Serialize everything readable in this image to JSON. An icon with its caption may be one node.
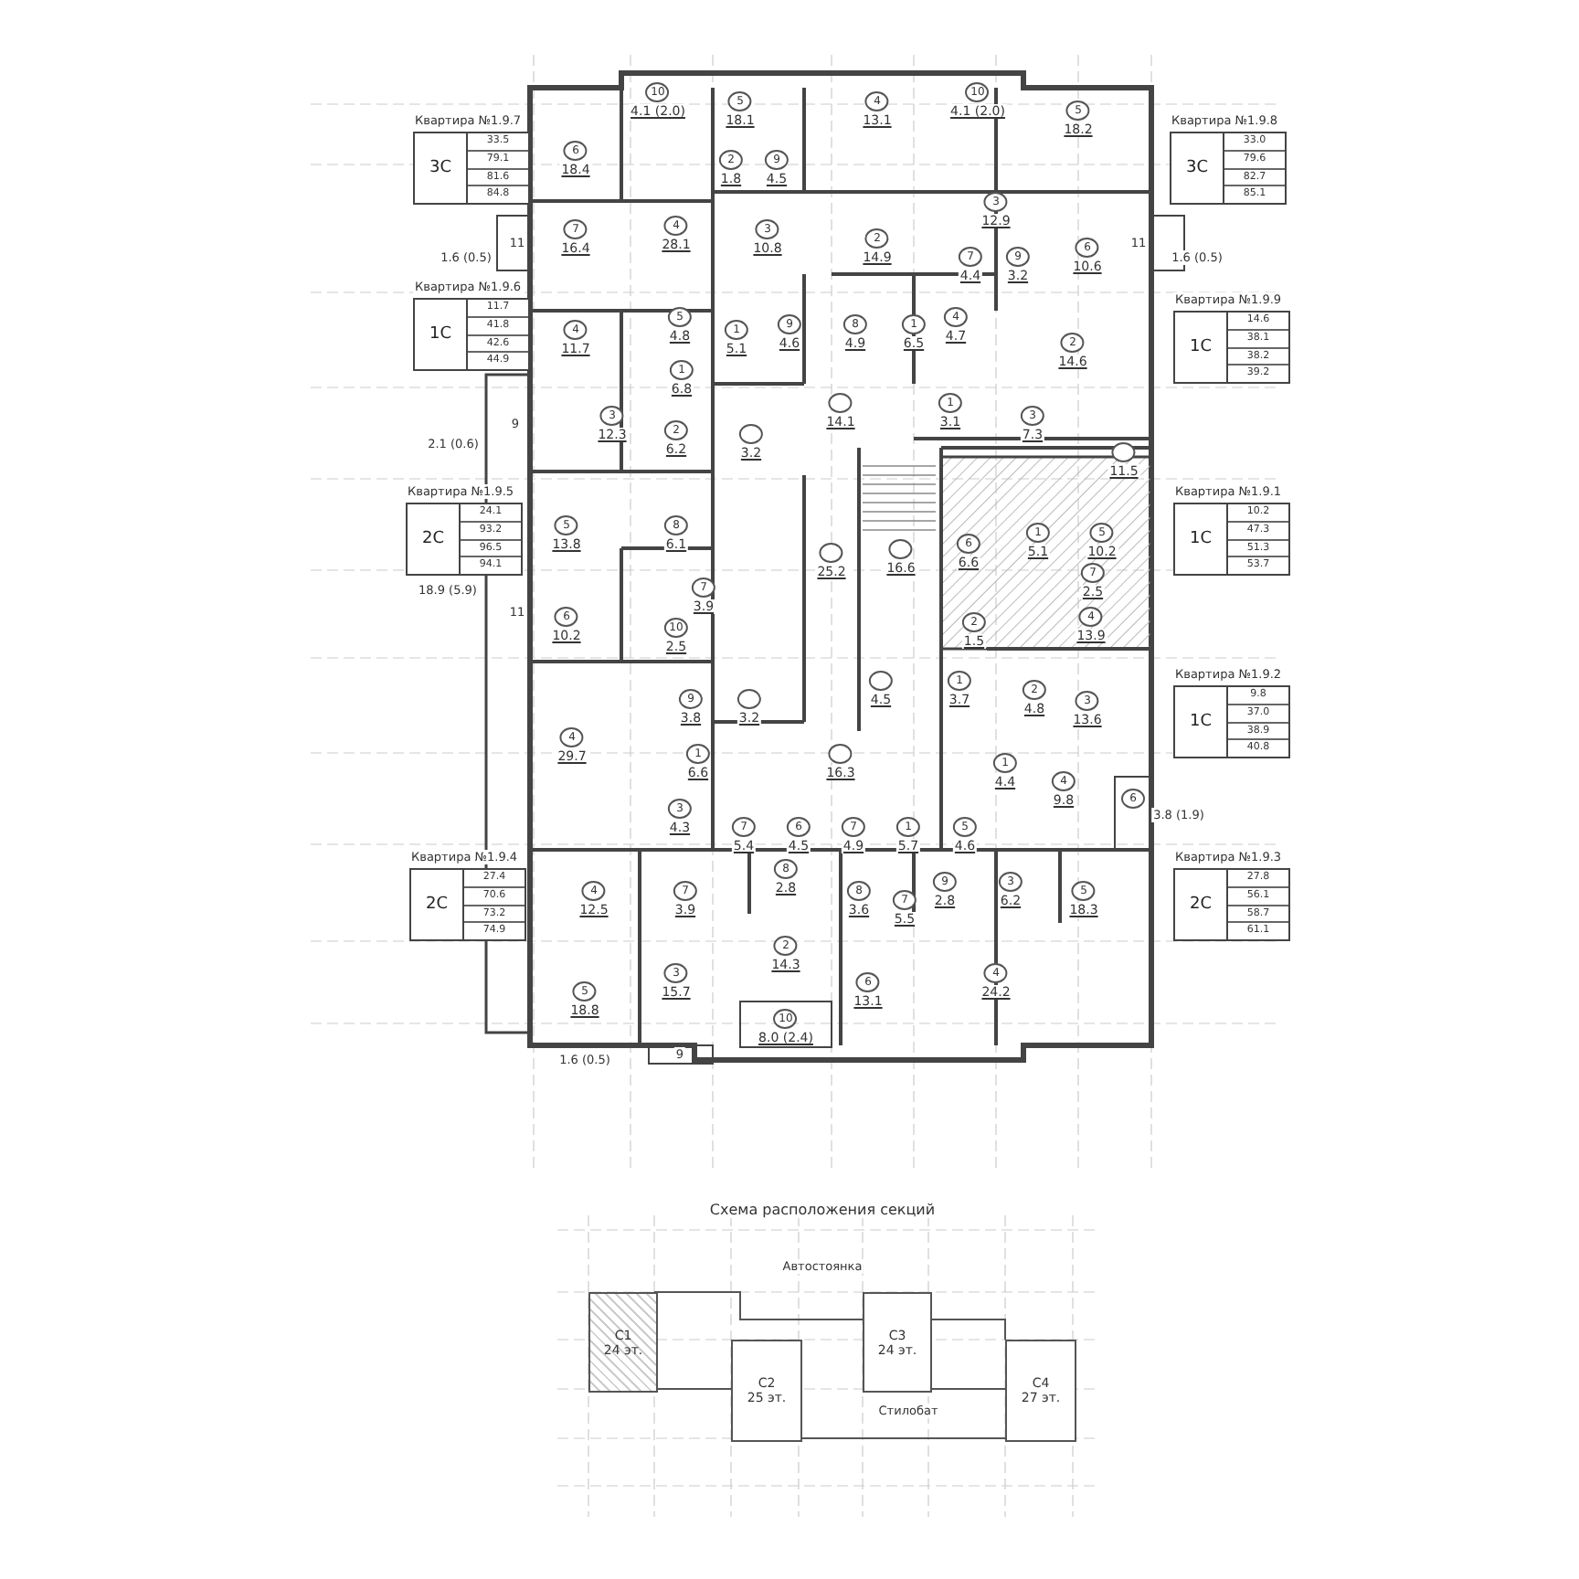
{
  "diagram": {
    "nodes": [
      {
        "text": [
          "Квартира №1.9.7",
          "3С",
          "33.5",
          "79.1",
          "81.6",
          "84.8"
        ]
      },
      {
        "text": [
          "Квартира №1.9.8",
          "3С",
          "33.0",
          "79.6",
          "82.7",
          "85.1"
        ]
      },
      {
        "text": [
          "Квартира №1.9.6",
          "1С",
          "11.7",
          "41.8",
          "42.6",
          "44.9"
        ]
      },
      {
        "text": [
          "Квартира №1.9.9",
          "1С",
          "14.6",
          "38.1",
          "38.2",
          "39.2"
        ]
      },
      {
        "text": [
          "Квартира №1.9.5",
          "2С",
          "24.1",
          "93.2",
          "96.5",
          "94.1"
        ]
      },
      {
        "text": [
          "Квартира №1.9.1",
          "1С",
          "10.2",
          "47.3",
          "51.3",
          "53.7"
        ]
      },
      {
        "text": [
          "Квартира №1.9.2",
          "1С",
          "9.8",
          "37.0",
          "38.9",
          "40.8"
        ]
      },
      {
        "text": [
          "Квартира №1.9.4",
          "2С",
          "27.4",
          "70.6",
          "73.2",
          "74.9"
        ]
      },
      {
        "text": [
          "Квартира №1.9.3",
          "2С",
          "27.8",
          "56.1",
          "58.7",
          "61.1"
        ]
      },
      {
        "text": [
          "10",
          "4.1 (2.0)"
        ]
      },
      {
        "text": [
          "5",
          "18.1"
        ]
      },
      {
        "text": [
          "4",
          "13.1"
        ]
      },
      {
        "text": [
          "10",
          "4.1 (2.0)"
        ]
      },
      {
        "text": [
          "5",
          "18.2"
        ]
      },
      {
        "text": [
          "6",
          "18.4"
        ]
      },
      {
        "text": [
          "2",
          "1.8"
        ]
      },
      {
        "text": [
          "9",
          "4.5"
        ]
      },
      {
        "text": [
          "4",
          "28.1"
        ]
      },
      {
        "text": [
          "7",
          "16.4"
        ]
      },
      {
        "text": [
          "3",
          "10.8"
        ]
      },
      {
        "text": [
          "2",
          "14.9"
        ]
      },
      {
        "text": [
          "3",
          "12.9"
        ]
      },
      {
        "text": [
          "7",
          "4.4"
        ]
      },
      {
        "text": [
          "9",
          "3.2"
        ]
      },
      {
        "text": [
          "6",
          "10.6"
        ]
      },
      {
        "text": [
          "4",
          "11.7"
        ]
      },
      {
        "text": [
          "5",
          "4.8"
        ]
      },
      {
        "text": [
          "1",
          "5.1"
        ]
      },
      {
        "text": [
          "9",
          "4.6"
        ]
      },
      {
        "text": [
          "8",
          "4.9"
        ]
      },
      {
        "text": [
          "1",
          "6.5"
        ]
      },
      {
        "text": [
          "4",
          "4.7"
        ]
      },
      {
        "text": [
          "2",
          "14.6"
        ]
      },
      {
        "text": [
          "1",
          "6.8"
        ]
      },
      {
        "text": [
          "14.1"
        ]
      },
      {
        "text": [
          "1",
          "3.1"
        ]
      },
      {
        "text": [
          "3",
          "7.3"
        ]
      },
      {
        "text": [
          "3",
          "12.3"
        ]
      },
      {
        "text": [
          "2",
          "6.2"
        ]
      },
      {
        "text": [
          "3.2"
        ]
      },
      {
        "text": [
          "11.5"
        ]
      },
      {
        "text": [
          "5",
          "13.8"
        ]
      },
      {
        "text": [
          "8",
          "6.1"
        ]
      },
      {
        "text": [
          "25.2"
        ]
      },
      {
        "text": [
          "16.6"
        ]
      },
      {
        "text": [
          "6",
          "6.6"
        ]
      },
      {
        "text": [
          "1",
          "5.1"
        ]
      },
      {
        "text": [
          "5",
          "10.2"
        ]
      },
      {
        "text": [
          "7",
          "2.5"
        ]
      },
      {
        "text": [
          "6",
          "10.2"
        ]
      },
      {
        "text": [
          "7",
          "3.9"
        ]
      },
      {
        "text": [
          "10",
          "2.5"
        ]
      },
      {
        "text": [
          "2",
          "1.5"
        ]
      },
      {
        "text": [
          "4",
          "13.9"
        ]
      },
      {
        "text": [
          "9",
          "3.8"
        ]
      },
      {
        "text": [
          "3.2"
        ]
      },
      {
        "text": [
          "4.5"
        ]
      },
      {
        "text": [
          "1",
          "3.7"
        ]
      },
      {
        "text": [
          "2",
          "4.8"
        ]
      },
      {
        "text": [
          "3",
          "13.6"
        ]
      },
      {
        "text": [
          "4",
          "29.7"
        ]
      },
      {
        "text": [
          "1",
          "6.6"
        ]
      },
      {
        "text": [
          "16.3"
        ]
      },
      {
        "text": [
          "1",
          "4.4"
        ]
      },
      {
        "text": [
          "4",
          "9.8"
        ]
      },
      {
        "text": [
          "6"
        ]
      },
      {
        "text": [
          "3",
          "4.3"
        ]
      },
      {
        "text": [
          "7",
          "5.4"
        ]
      },
      {
        "text": [
          "6",
          "4.5"
        ]
      },
      {
        "text": [
          "7",
          "4.9"
        ]
      },
      {
        "text": [
          "1",
          "5.7"
        ]
      },
      {
        "text": [
          "5",
          "4.6"
        ]
      },
      {
        "text": [
          "4",
          "12.5"
        ]
      },
      {
        "text": [
          "7",
          "3.9"
        ]
      },
      {
        "text": [
          "8",
          "2.8"
        ]
      },
      {
        "text": [
          "8",
          "3.6"
        ]
      },
      {
        "text": [
          "7",
          "5.5"
        ]
      },
      {
        "text": [
          "9",
          "2.8"
        ]
      },
      {
        "text": [
          "3",
          "6.2"
        ]
      },
      {
        "text": [
          "5",
          "18.3"
        ]
      },
      {
        "text": [
          "2",
          "14.3"
        ]
      },
      {
        "text": [
          "3",
          "15.7"
        ]
      },
      {
        "text": [
          "5",
          "18.8"
        ]
      },
      {
        "text": [
          "6",
          "13.1"
        ]
      },
      {
        "text": [
          "4",
          "24.2"
        ]
      },
      {
        "text": [
          "10",
          "8.0 (2.4)"
        ]
      },
      {
        "text": [
          "С1",
          "24 эт."
        ]
      },
      {
        "text": [
          "С2",
          "25 эт."
        ]
      },
      {
        "text": [
          "С3",
          "24 эт."
        ]
      },
      {
        "text": [
          "С4",
          "27 эт."
        ]
      }
    ],
    "labels": [
      "1.6 (0.5)",
      "11",
      "11",
      "1.6 (0.5)",
      "9",
      "2.1 (0.6)",
      "18.9 (5.9)",
      "11",
      "3.8 (1.9)",
      "1.6 (0.5)",
      "9",
      "Схема расположения секций",
      "Автостоянка",
      "Стилобат"
    ]
  }
}
